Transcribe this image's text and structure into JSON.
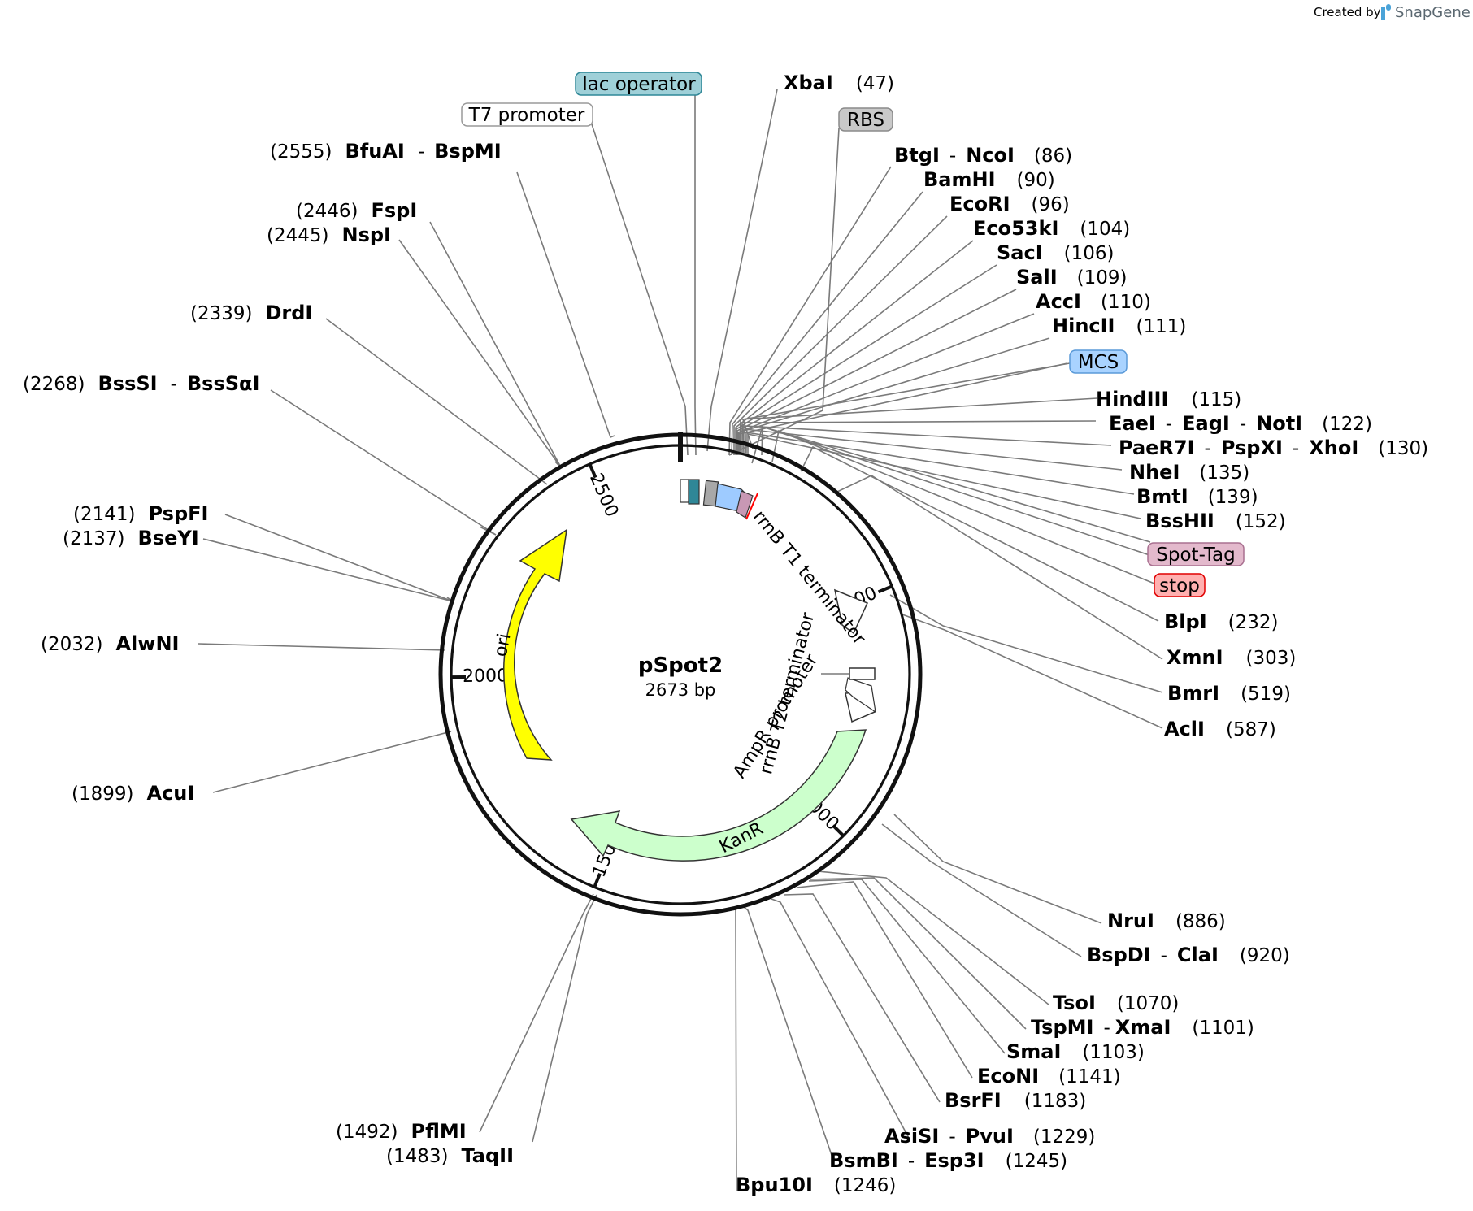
{
  "plasmid": {
    "name": "pSpot2",
    "size": "2673 bp",
    "length": 2673
  },
  "credit": {
    "prefix": "Created by",
    "brand": "SnapGene"
  },
  "ticks": [
    {
      "pos": 500,
      "label": "500"
    },
    {
      "pos": 1000,
      "label": "1000"
    },
    {
      "pos": 1500,
      "label": "1500"
    },
    {
      "pos": 2000,
      "label": "2000"
    },
    {
      "pos": 2500,
      "label": "2500"
    }
  ],
  "colors": {
    "ori": "#ffff00",
    "kanr": "#ccffcc",
    "lac_operator": "#2f8797",
    "t7": "#ffffff",
    "rbs": "#a8a8a8",
    "mcs": "#9ecbff",
    "spot_tag": "#c898b4",
    "stop": "#ff0000",
    "terminator": "#ffffff",
    "label_lac": "#9fd0d8",
    "label_rbs": "#c9c9c9",
    "label_mcs": "#a9d3ff",
    "label_spot": "#e3b9cc",
    "label_stop": "#ffb0b0"
  },
  "features": [
    {
      "id": "ori",
      "label": "ori"
    },
    {
      "id": "kanr",
      "label": "KanR"
    },
    {
      "id": "ampr-promoter",
      "label": "AmpR promoter"
    },
    {
      "id": "rrnb-t1",
      "label": "rrnB T1 terminator"
    },
    {
      "id": "rrnb-t2",
      "label": "rrnB T2 terminator"
    }
  ],
  "feature_tags": [
    {
      "id": "lac-operator",
      "text": "lac operator"
    },
    {
      "id": "t7-promoter",
      "text": "T7 promoter"
    },
    {
      "id": "rbs",
      "text": "RBS"
    },
    {
      "id": "mcs",
      "text": "MCS"
    },
    {
      "id": "spot-tag",
      "text": "Spot-Tag"
    },
    {
      "id": "stop",
      "text": "stop"
    }
  ],
  "sites": [
    {
      "id": "xbai",
      "parts": [
        "XbaI"
      ],
      "pos": "(47)"
    },
    {
      "id": "btgi",
      "parts": [
        "BtgI",
        "NcoI"
      ],
      "pos": "(86)"
    },
    {
      "id": "bamhi",
      "parts": [
        "BamHI"
      ],
      "pos": "(90)"
    },
    {
      "id": "ecori",
      "parts": [
        "EcoRI"
      ],
      "pos": "(96)"
    },
    {
      "id": "eco53ki",
      "parts": [
        "Eco53kI"
      ],
      "pos": "(104)"
    },
    {
      "id": "saci",
      "parts": [
        "SacI"
      ],
      "pos": "(106)"
    },
    {
      "id": "sali",
      "parts": [
        "SalI"
      ],
      "pos": "(109)"
    },
    {
      "id": "acci",
      "parts": [
        "AccI"
      ],
      "pos": "(110)"
    },
    {
      "id": "hincii",
      "parts": [
        "HincII"
      ],
      "pos": "(111)"
    },
    {
      "id": "hindiii",
      "parts": [
        "HindIII"
      ],
      "pos": "(115)"
    },
    {
      "id": "eaei",
      "parts": [
        "EaeI",
        "EagI",
        "NotI"
      ],
      "pos": "(122)"
    },
    {
      "id": "paer7i",
      "parts": [
        "PaeR7I",
        "PspXI",
        "XhoI"
      ],
      "pos": "(130)"
    },
    {
      "id": "nhei",
      "parts": [
        "NheI"
      ],
      "pos": "(135)"
    },
    {
      "id": "bmti",
      "parts": [
        "BmtI"
      ],
      "pos": "(139)"
    },
    {
      "id": "bsshii",
      "parts": [
        "BssHII"
      ],
      "pos": "(152)"
    },
    {
      "id": "blpi",
      "parts": [
        "BlpI"
      ],
      "pos": "(232)"
    },
    {
      "id": "xmni",
      "parts": [
        "XmnI"
      ],
      "pos": "(303)"
    },
    {
      "id": "bmri",
      "parts": [
        "BmrI"
      ],
      "pos": "(519)"
    },
    {
      "id": "acli",
      "parts": [
        "AclI"
      ],
      "pos": "(587)"
    },
    {
      "id": "nrui",
      "parts": [
        "NruI"
      ],
      "pos": "(886)"
    },
    {
      "id": "bspdi",
      "parts": [
        "BspDI",
        "ClaI"
      ],
      "pos": "(920)"
    },
    {
      "id": "tsoi",
      "parts": [
        "TsoI"
      ],
      "pos": "(1070)"
    },
    {
      "id": "tspmi",
      "parts": [
        "TspMI",
        "XmaI"
      ],
      "pos": "(1101)"
    },
    {
      "id": "smai",
      "parts": [
        "SmaI"
      ],
      "pos": "(1103)"
    },
    {
      "id": "econi",
      "parts": [
        "EcoNI"
      ],
      "pos": "(1141)"
    },
    {
      "id": "bsrfi",
      "parts": [
        "BsrFI"
      ],
      "pos": "(1183)"
    },
    {
      "id": "asisi",
      "parts": [
        "AsiSI",
        "PvuI"
      ],
      "pos": "(1229)"
    },
    {
      "id": "bsmbi",
      "parts": [
        "BsmBI",
        "Esp3I"
      ],
      "pos": "(1245)"
    },
    {
      "id": "bpu10i",
      "parts": [
        "Bpu10I"
      ],
      "pos": "(1246)"
    },
    {
      "id": "pflmi",
      "parts": [
        "PflMI"
      ],
      "pos": "(1492)"
    },
    {
      "id": "taqii",
      "parts": [
        "TaqII"
      ],
      "pos": "(1483)"
    },
    {
      "id": "acui",
      "parts": [
        "AcuI"
      ],
      "pos": "(1899)"
    },
    {
      "id": "alwni",
      "parts": [
        "AlwNI"
      ],
      "pos": "(2032)"
    },
    {
      "id": "bseyi",
      "parts": [
        "BseYI"
      ],
      "pos": "(2137)"
    },
    {
      "id": "pspfi",
      "parts": [
        "PspFI"
      ],
      "pos": "(2141)"
    },
    {
      "id": "bsssi",
      "parts": [
        "BssSI",
        "BssSαI"
      ],
      "pos": "(2268)"
    },
    {
      "id": "drdi",
      "parts": [
        "DrdI"
      ],
      "pos": "(2339)"
    },
    {
      "id": "nspi",
      "parts": [
        "NspI"
      ],
      "pos": "(2445)"
    },
    {
      "id": "fspi",
      "parts": [
        "FspI"
      ],
      "pos": "(2446)"
    },
    {
      "id": "bfuai",
      "parts": [
        "BfuAI",
        "BspMI"
      ],
      "pos": "(2555)"
    }
  ]
}
